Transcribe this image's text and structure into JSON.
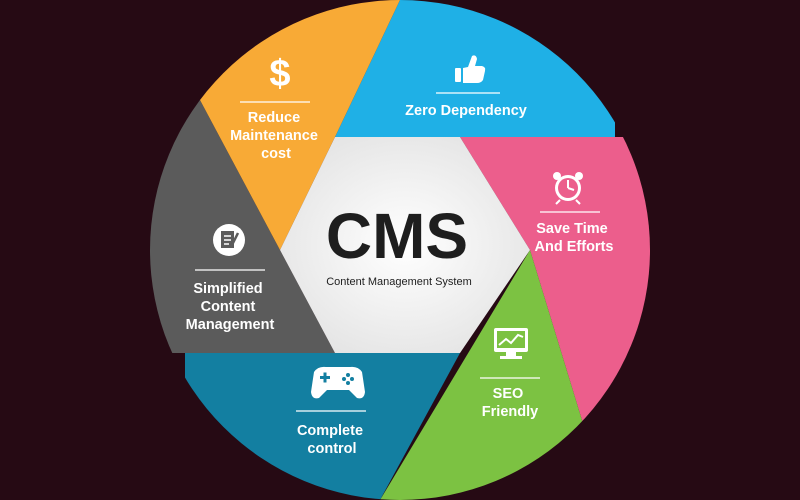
{
  "center": {
    "title": "CMS",
    "subtitle": "Content Management System"
  },
  "segments": [
    {
      "key": "zero-dependency",
      "icon": "thumbs-up-icon",
      "lines": [
        "Zero Dependency"
      ],
      "color": "#1fb0e6"
    },
    {
      "key": "save-time",
      "icon": "alarm-clock-icon",
      "lines": [
        "Save Time",
        "And Efforts"
      ],
      "color": "#ec5e8c"
    },
    {
      "key": "seo-friendly",
      "icon": "monitor-chart-icon",
      "lines": [
        "SEO",
        "Friendly"
      ],
      "color": "#7cc242"
    },
    {
      "key": "complete-control",
      "icon": "gamepad-icon",
      "lines": [
        "Complete",
        "control"
      ],
      "color": "#137fa1"
    },
    {
      "key": "simplified-content",
      "icon": "document-edit-icon",
      "lines": [
        "Simplified",
        "Content",
        "Management"
      ],
      "color": "#5b5b5b"
    },
    {
      "key": "reduce-maintenance",
      "icon": "dollar-icon",
      "lines": [
        "Reduce",
        "Maintenance",
        "cost"
      ],
      "color": "#f8aa36"
    }
  ],
  "colors": {
    "background": "#260a14",
    "center_fill": "#f2f2f2",
    "text_dark": "#1e1e1e"
  }
}
